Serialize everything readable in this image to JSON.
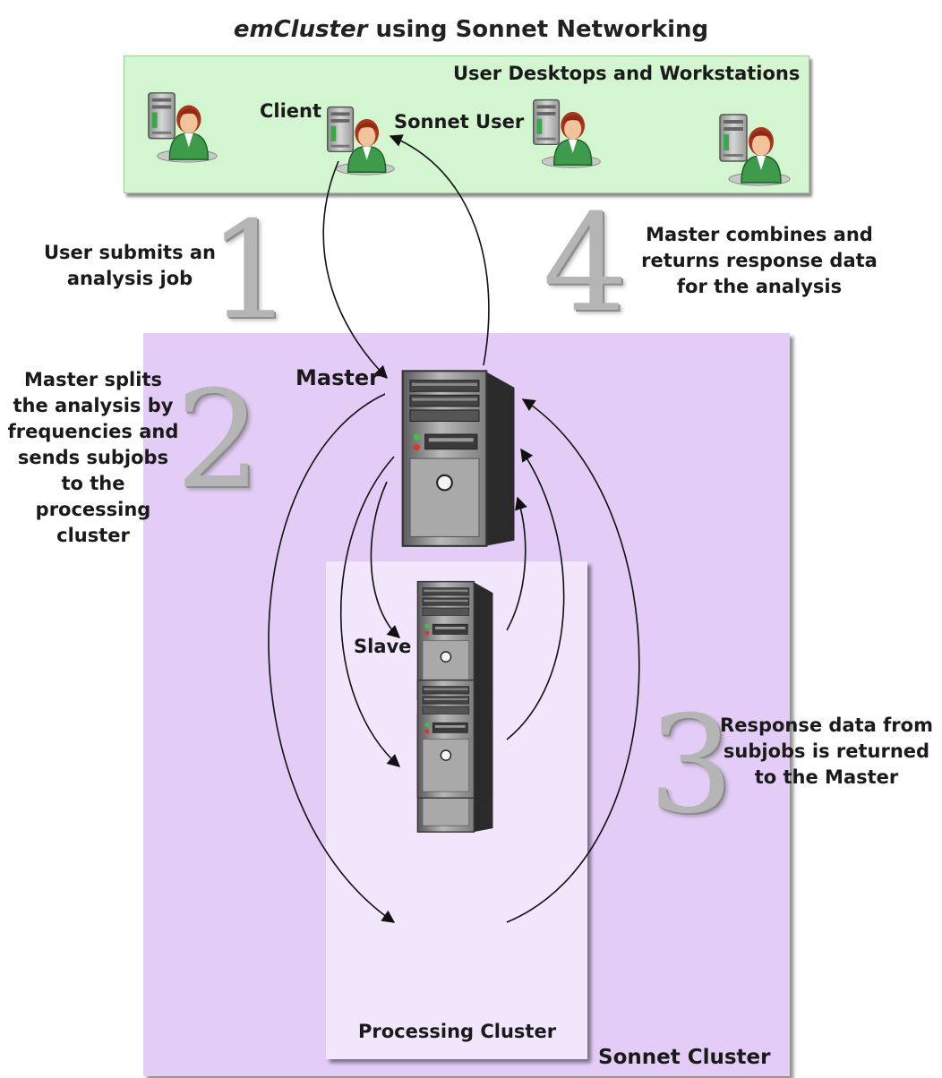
{
  "title": {
    "italic": "emCluster",
    "rest": "using Sonnet Networking"
  },
  "desktops": {
    "heading": "User Desktops and Workstations",
    "client_label": "Client",
    "sonnet_user_label": "Sonnet User"
  },
  "steps": [
    {
      "number": "1",
      "text": "User submits an analysis job"
    },
    {
      "number": "2",
      "text": "Master splits the analysis by frequencies and sends subjobs to the processing cluster"
    },
    {
      "number": "3",
      "text": "Response data from subjobs is returned to the Master"
    },
    {
      "number": "4",
      "text": "Master combines and returns response data for the analysis"
    }
  ],
  "nodes": {
    "master_label": "Master",
    "slave_label": "Slave"
  },
  "clusters": {
    "processing": "Processing Cluster",
    "sonnet": "Sonnet Cluster"
  },
  "icons": [
    "user-workstation-icon",
    "server-tower-icon"
  ],
  "colors": {
    "desktops_bg": "#d3f5cf",
    "sonnet_bg": "#e3cdf6",
    "processing_bg": "#f1e6fb",
    "numeral_gray": "#b5b5b5"
  }
}
